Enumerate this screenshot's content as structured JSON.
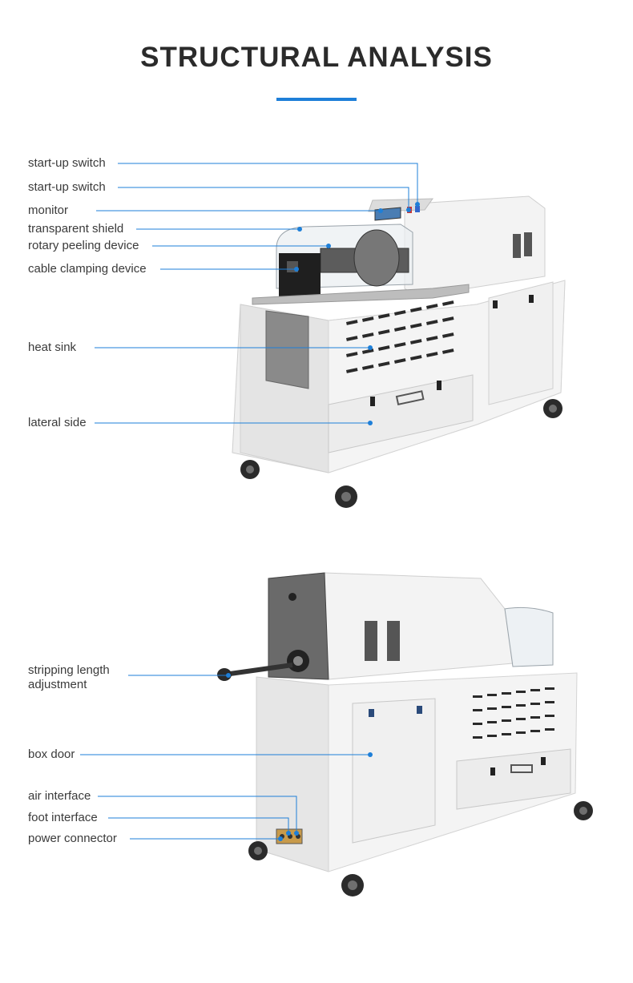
{
  "page": {
    "title": "STRUCTURAL ANALYSIS",
    "accent_color": "#1e7fd8"
  },
  "top_view": {
    "labels": [
      "start-up switch",
      "start-up switch",
      "monitor",
      "transparent shield",
      "rotary peeling device",
      "cable clamping device",
      "heat sink",
      "lateral side"
    ]
  },
  "bottom_view": {
    "labels": [
      "stripping length",
      "adjustment",
      "box door",
      "air interface",
      "foot interface",
      "power connector"
    ]
  }
}
